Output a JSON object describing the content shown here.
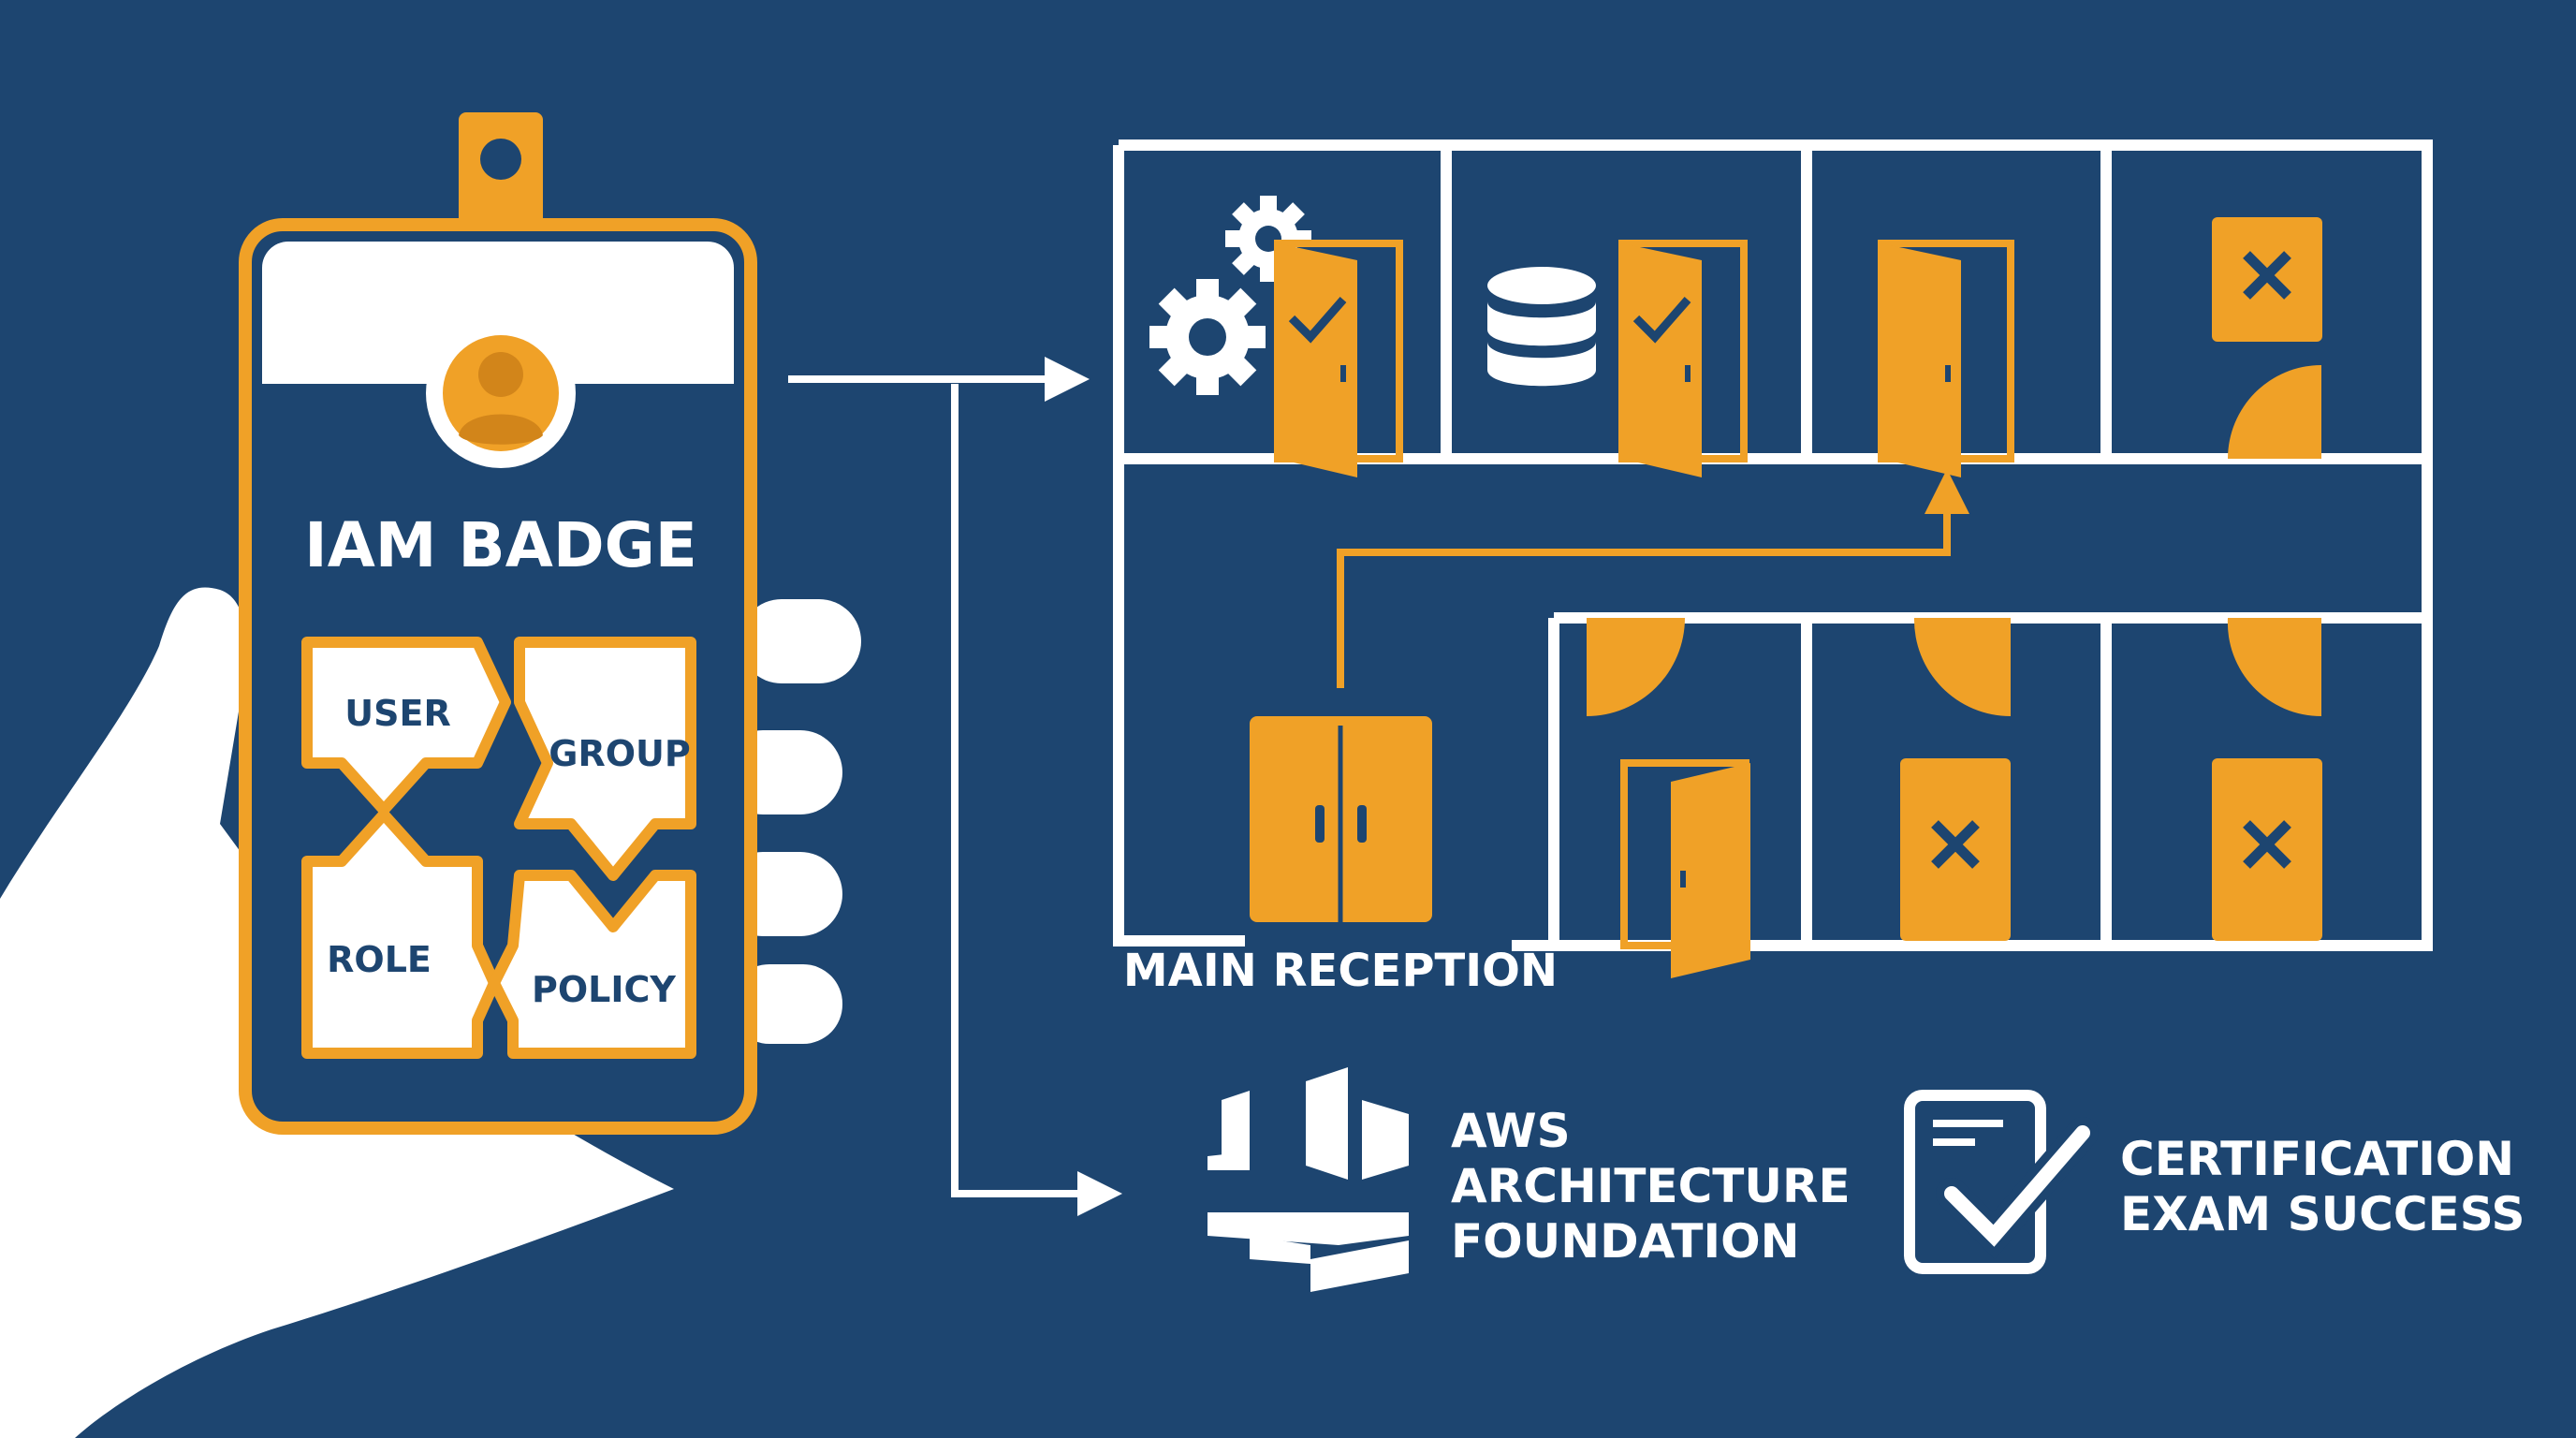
{
  "colors": {
    "background": "#1d4570",
    "accent": "#f0a127",
    "accent_border": "#ed9a1f",
    "white": "#ffffff",
    "text_dark": "#1d4570"
  },
  "badge": {
    "title": "IAM BADGE",
    "avatar_icon": "user-avatar-icon",
    "pieces": [
      {
        "label": "USER"
      },
      {
        "label": "GROUP"
      },
      {
        "label": "ROLE"
      },
      {
        "label": "POLICY"
      }
    ]
  },
  "building": {
    "reception_label": "MAIN RECEPTION",
    "room_icons": [
      "gears-icon",
      "database-icon"
    ],
    "door_states": [
      "granted",
      "granted",
      "open",
      "denied",
      "open",
      "denied",
      "denied"
    ]
  },
  "outcomes": {
    "aws": {
      "icon": "aws-architecture-icon",
      "line1": "AWS",
      "line2": "ARCHITECTURE",
      "line3": "FOUNDATION"
    },
    "cert": {
      "icon": "checklist-icon",
      "line1": "CERTIFICATION",
      "line2": "EXAM SUCCESS"
    }
  }
}
